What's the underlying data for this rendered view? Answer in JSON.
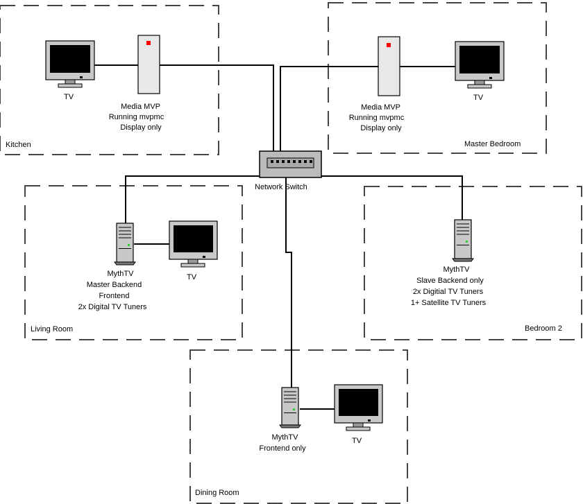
{
  "rooms": [
    {
      "id": "kitchen",
      "label": "Kitchen"
    },
    {
      "id": "master-bedroom",
      "label": "Master Bedroom"
    },
    {
      "id": "living-room",
      "label": "Living Room"
    },
    {
      "id": "bedroom-2",
      "label": "Bedroom 2"
    },
    {
      "id": "dining-room",
      "label": "Dining Room"
    }
  ],
  "switch": {
    "label": "Network Switch"
  },
  "devices": {
    "kitchen_tv": {
      "icon": "monitor-icon",
      "lines": [
        "TV"
      ]
    },
    "kitchen_mvp": {
      "icon": "media-mvp-icon",
      "lines": [
        "Media MVP",
        "Running mvpmc",
        "Display only"
      ]
    },
    "master_mvp": {
      "icon": "media-mvp-icon",
      "lines": [
        "Media MVP",
        "Running mvpmc",
        "Display only"
      ]
    },
    "master_tv": {
      "icon": "monitor-icon",
      "lines": [
        "TV"
      ]
    },
    "living_server": {
      "icon": "tower-server-icon",
      "lines": [
        "MythTV",
        "Master Backend",
        "Frontend",
        "2x Digital TV Tuners"
      ]
    },
    "living_tv": {
      "icon": "monitor-icon",
      "lines": [
        "TV"
      ]
    },
    "bedroom2_server": {
      "icon": "tower-server-icon",
      "lines": [
        "MythTV",
        "Slave Backend only",
        "2x Digitial TV Tuners",
        "1+ Satellite TV Tuners"
      ]
    },
    "dining_server": {
      "icon": "tower-server-icon",
      "lines": [
        "MythTV",
        "Frontend only"
      ]
    },
    "dining_tv": {
      "icon": "monitor-icon",
      "lines": [
        "TV"
      ]
    }
  },
  "colors": {
    "mvp_led": "#ff0000",
    "server_led": "#33cc33",
    "screen": "#000000"
  }
}
